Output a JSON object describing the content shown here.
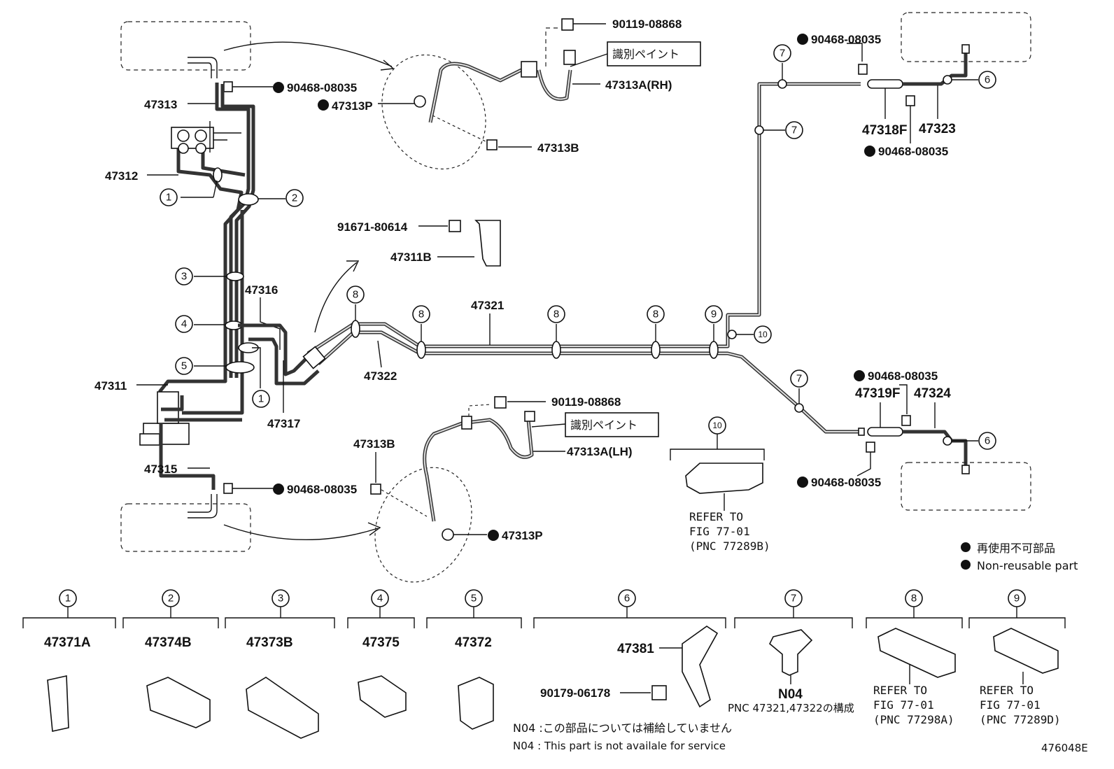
{
  "legend": {
    "jp": "再使用不可部品",
    "en": "Non-reusable part"
  },
  "figure_code": "476048E",
  "footnotes": {
    "jp": "N04 :この部品については補給していません",
    "en": "N04 : This part is not availale for service"
  },
  "paint_label": "識別ペイント",
  "labels": {
    "p47313": "47313",
    "p90468_a": "90468-08035",
    "p47313P_top": "47313P",
    "p90119_top": "90119-08868",
    "p47313A_RH": "47313A(RH)",
    "p47313B_top": "47313B",
    "p47312": "47312",
    "p91671": "91671-80614",
    "p47311B": "47311B",
    "p47316": "47316",
    "p47321": "47321",
    "p47322": "47322",
    "p47311": "47311",
    "p47317": "47317",
    "p47315": "47315",
    "p90119_bot": "90119-08868",
    "p47313A_LH": "47313A(LH)",
    "p47313B_bot": "47313B",
    "p90468_b": "90468-08035",
    "p47313P_bot": "47313P",
    "p90468_tr1": "90468-08035",
    "p47318F": "47318F",
    "p47323": "47323",
    "p90468_tr2": "90468-08035",
    "p90468_br1": "90468-08035",
    "p47319F": "47319F",
    "p47324": "47324",
    "p90468_br2": "90468-08035"
  },
  "ref10": {
    "line1": "REFER TO",
    "line2": "FIG 77-01",
    "line3": "(PNC 77289B)"
  },
  "callouts": {
    "c1": "1",
    "c2": "2",
    "c3": "3",
    "c4": "4",
    "c5": "5",
    "c6": "6",
    "c7": "7",
    "c8": "8",
    "c9": "9",
    "c10": "10"
  },
  "bottom_parts": {
    "b1": {
      "num": "1",
      "pn": "47371A"
    },
    "b2": {
      "num": "2",
      "pn": "47374B"
    },
    "b3": {
      "num": "3",
      "pn": "47373B"
    },
    "b4": {
      "num": "4",
      "pn": "47375"
    },
    "b5": {
      "num": "5",
      "pn": "47372"
    },
    "b6": {
      "num": "6",
      "pn": "47381",
      "pn2": "90179-06178"
    },
    "b7": {
      "num": "7",
      "pn": "N04",
      "note": "PNC 47321,47322の構成"
    },
    "b8": {
      "num": "8",
      "line1": "REFER TO",
      "line2": "FIG 77-01",
      "line3": "(PNC 77298A)"
    },
    "b9": {
      "num": "9",
      "line1": "REFER TO",
      "line2": "FIG 77-01",
      "line3": "(PNC 77289D)"
    }
  }
}
